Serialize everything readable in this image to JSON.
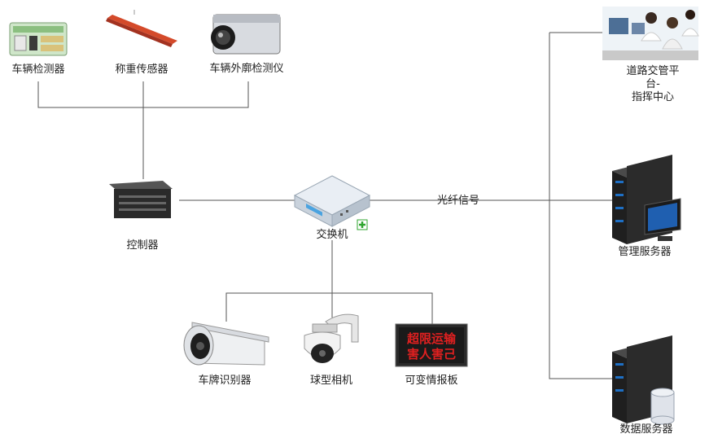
{
  "nodes": {
    "vehicle_detector": "车辆检测器",
    "weighing_sensor": "称重传感器",
    "contour_detector": "车辆外廓检测仪",
    "controller": "控制器",
    "switch": "交换机",
    "plate_recognizer": "车牌识别器",
    "dome_camera": "球型相机",
    "vms_board": "可变情报板",
    "traffic_platform": "道路交管平台-\n指挥中心",
    "mgmt_server": "管理服务器",
    "data_server": "数据服务器"
  },
  "edge_label": "光纤信号",
  "vms_text": [
    "超限运输",
    "害人害己"
  ],
  "colors": {
    "line": "#555555",
    "server": "#2b2b2b",
    "server_accent": "#1e6fc4",
    "vms_bg": "#1a1a1a",
    "vms_text": "#e02020",
    "plus": "#2fa52f"
  }
}
